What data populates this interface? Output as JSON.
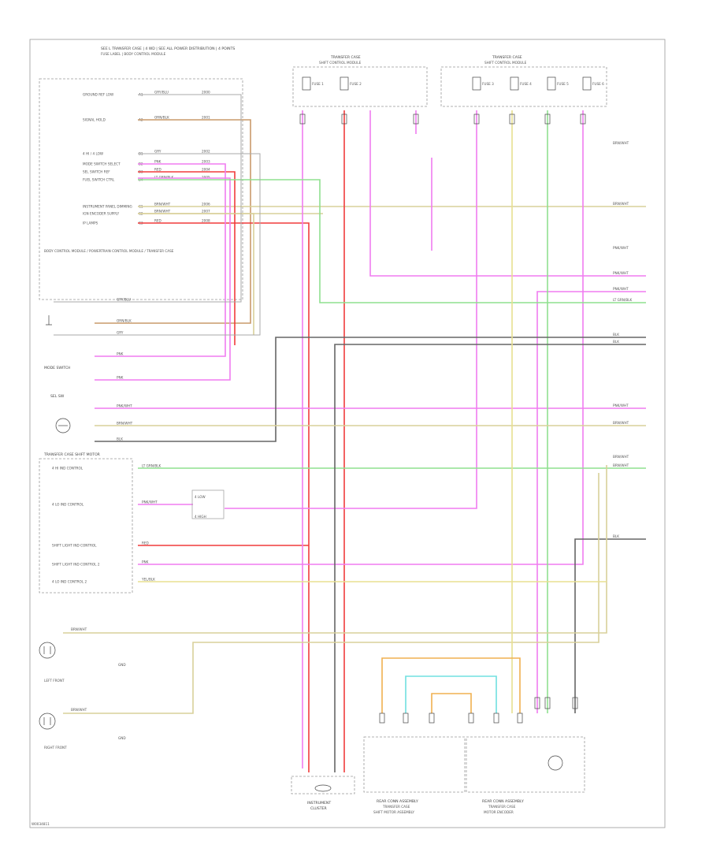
{
  "colors": {
    "pink": "#f07cf0",
    "red": "#f03c3c",
    "tan": "#d9d09a",
    "green": "#8fe08f",
    "black": "#555555",
    "brown": "#c99a6a",
    "orange": "#f0b050",
    "cyan": "#70e0e0",
    "yellow": "#e8e090",
    "gray": "#999999"
  },
  "icons": [
    "lamp-icon",
    "ground-icon",
    "fuse-icon",
    "connector-icon"
  ],
  "top_heading": {
    "line1": "SEE L TRANSFER CASE | 4 WD | SEE ALL POWER DISTRIBUTION | 4 POINTS",
    "line2": "FUSE LABEL | BODY CONTROL MODULE"
  },
  "fuse_blocks": {
    "left": {
      "title": "TRANSFER CASE",
      "subtitle": "SHIFT CONTROL MODULE",
      "fuses": [
        "FUSE 1",
        "FUSE 2"
      ]
    },
    "right": {
      "title": "TRANSFER CASE",
      "subtitle": "SHIFT CONTROL MODULE",
      "fuses": [
        "FUSE 3",
        "FUSE 4",
        "FUSE 5",
        "FUSE 6"
      ]
    }
  },
  "bcm": {
    "label": "BODY CONTROL MODULE / POWERTRAIN CONTROL MODULE / TRANSFER CASE",
    "pins": [
      {
        "name": "GROUND REF LOW",
        "pin": "A1",
        "wire": "GRY/BLU",
        "circuit": "2000"
      },
      {
        "name": "SIGNAL HOLD",
        "pin": "A2",
        "wire": "ORN/BLK",
        "circuit": "2001"
      },
      {
        "name": "4 HI / 4 LOW",
        "pin": "B1",
        "wire": "GRY",
        "circuit": "2002"
      },
      {
        "name": "MODE SWITCH SELECT",
        "pin": "B2",
        "wire": "PNK",
        "circuit": "2003"
      },
      {
        "name": "SEL SWITCH REF",
        "pin": "B3",
        "wire": "RED",
        "circuit": "2004"
      },
      {
        "name": "FUEL SWITCH CTRL",
        "pin": "B4",
        "wire": "LT GRN/BLK",
        "circuit": "2005"
      },
      {
        "name": "INSTRUMENT PANEL DIMMING",
        "pin": "C1",
        "wire": "BRN/WHT",
        "circuit": "2006"
      },
      {
        "name": "IGN ENCODER SUPPLY",
        "pin": "C2",
        "wire": "BRN/WHT",
        "circuit": "2007"
      },
      {
        "name": "IP LAMPS",
        "pin": "C3",
        "wire": "RED",
        "circuit": "2008"
      }
    ]
  },
  "left_devices": [
    {
      "name": "MODE SWITCH",
      "rows": [
        "GRY/BLU",
        "ORN/BLK",
        "GRY",
        "PNK",
        "PNK"
      ]
    },
    {
      "name": "SEL SW",
      "rows": [
        "PNK/WHT",
        "BRN/WHT",
        "BLK"
      ]
    }
  ],
  "transfer_case_motor": {
    "label": "TRANSFER CASE SHIFT MOTOR",
    "pins": [
      {
        "name": "4 HI IND CONTROL",
        "wire": "LT GRN/BLK"
      },
      {
        "name": "4 LO IND CONTROL",
        "wire": "PNK/WHT"
      },
      {
        "name": "SHIFT LIGHT IND CONTROL",
        "wire": "RED"
      },
      {
        "name": "SHIFT LIGHT IND CONTROL 2",
        "wire": "PNK"
      },
      {
        "name": "4 LO IND CONTROL 2",
        "wire": "YEL/BLK"
      }
    ],
    "splice": [
      "4 LOW",
      "4 HIGH"
    ]
  },
  "rear_devices": [
    {
      "name": "LEFT FRONT",
      "detail": "GND",
      "wire": "BRN/WHT"
    },
    {
      "name": "RIGHT FRONT",
      "detail": "GND",
      "wire": "BRN/WHT"
    }
  ],
  "right_labels": [
    "BRN/WHT",
    "BRN/WHT",
    "PNK/WHT",
    "PNK/WHT",
    "PNK/WHT",
    "LT GRN/BLK",
    "BLK",
    "BLK",
    "PNK/WHT",
    "BRN/WHT",
    "BRN/WHT",
    "BRN/WHT",
    "BLK"
  ],
  "bottom_labels": {
    "instrument": [
      "INSTRUMENT",
      "CLUSTER"
    ],
    "rear_left": [
      "REAR CONN ASSEMBLY",
      "TRANSFER CASE",
      "SHIFT MOTOR ASSEMBLY"
    ],
    "rear_right": [
      "REAR CONN ASSEMBLY",
      "TRANSFER CASE",
      "MOTOR ENCODER"
    ]
  },
  "footer_code": "W0034811"
}
